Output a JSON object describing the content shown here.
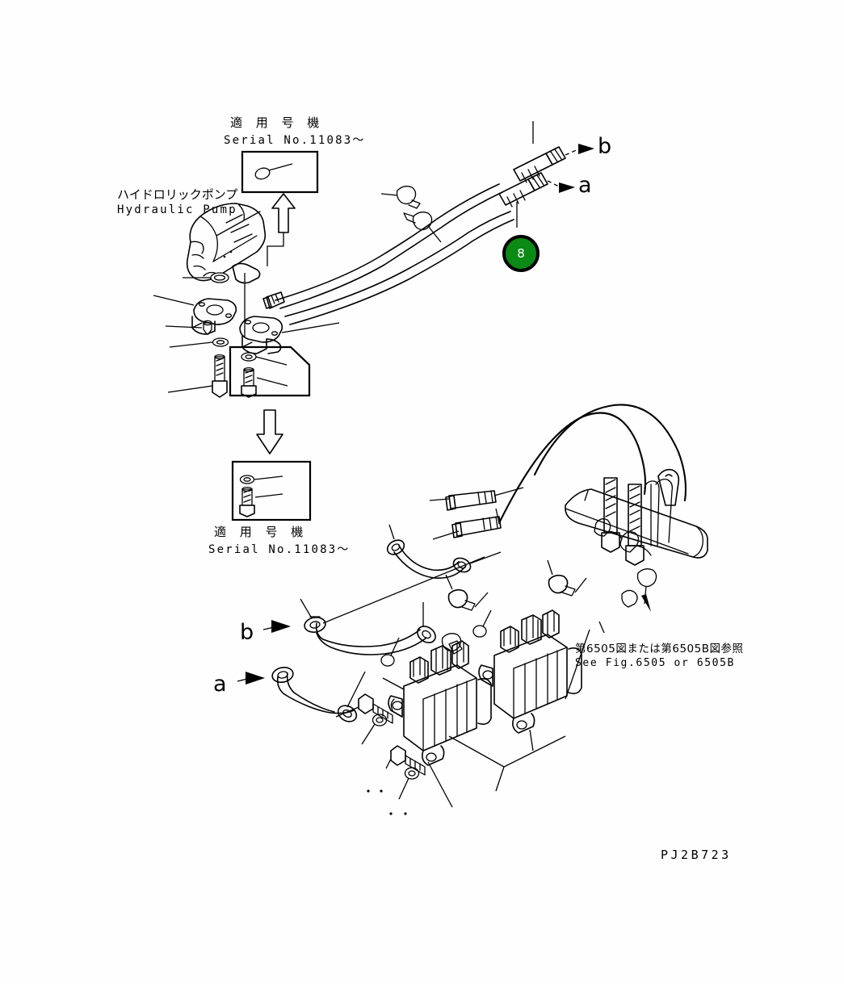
{
  "document": {
    "drawing_number": "PJ2B723",
    "background_color": "#ffffff",
    "line_color": "#000000"
  },
  "callouts": {
    "item_badge": {
      "number": "8",
      "fill_color": "#0b8a16",
      "ring_color": "#000000",
      "text_color": "#ffffff"
    }
  },
  "labels": {
    "pump_jp": "ハイドロリックポンプ",
    "pump_en": "Hydraulic Pump",
    "serial_top_jp": "適 用 号 機",
    "serial_top_en": "Serial No.11083～",
    "serial_bottom_jp": "適 用 号 機",
    "serial_bottom_en": "Serial No.11083～",
    "see_fig_jp": "第6505図または第6505B図参照",
    "see_fig_en": "See Fig.6505 or 6505B"
  },
  "connection_markers": {
    "top_b": "b",
    "top_a": "a",
    "bottom_b": "b",
    "bottom_a": "a"
  }
}
